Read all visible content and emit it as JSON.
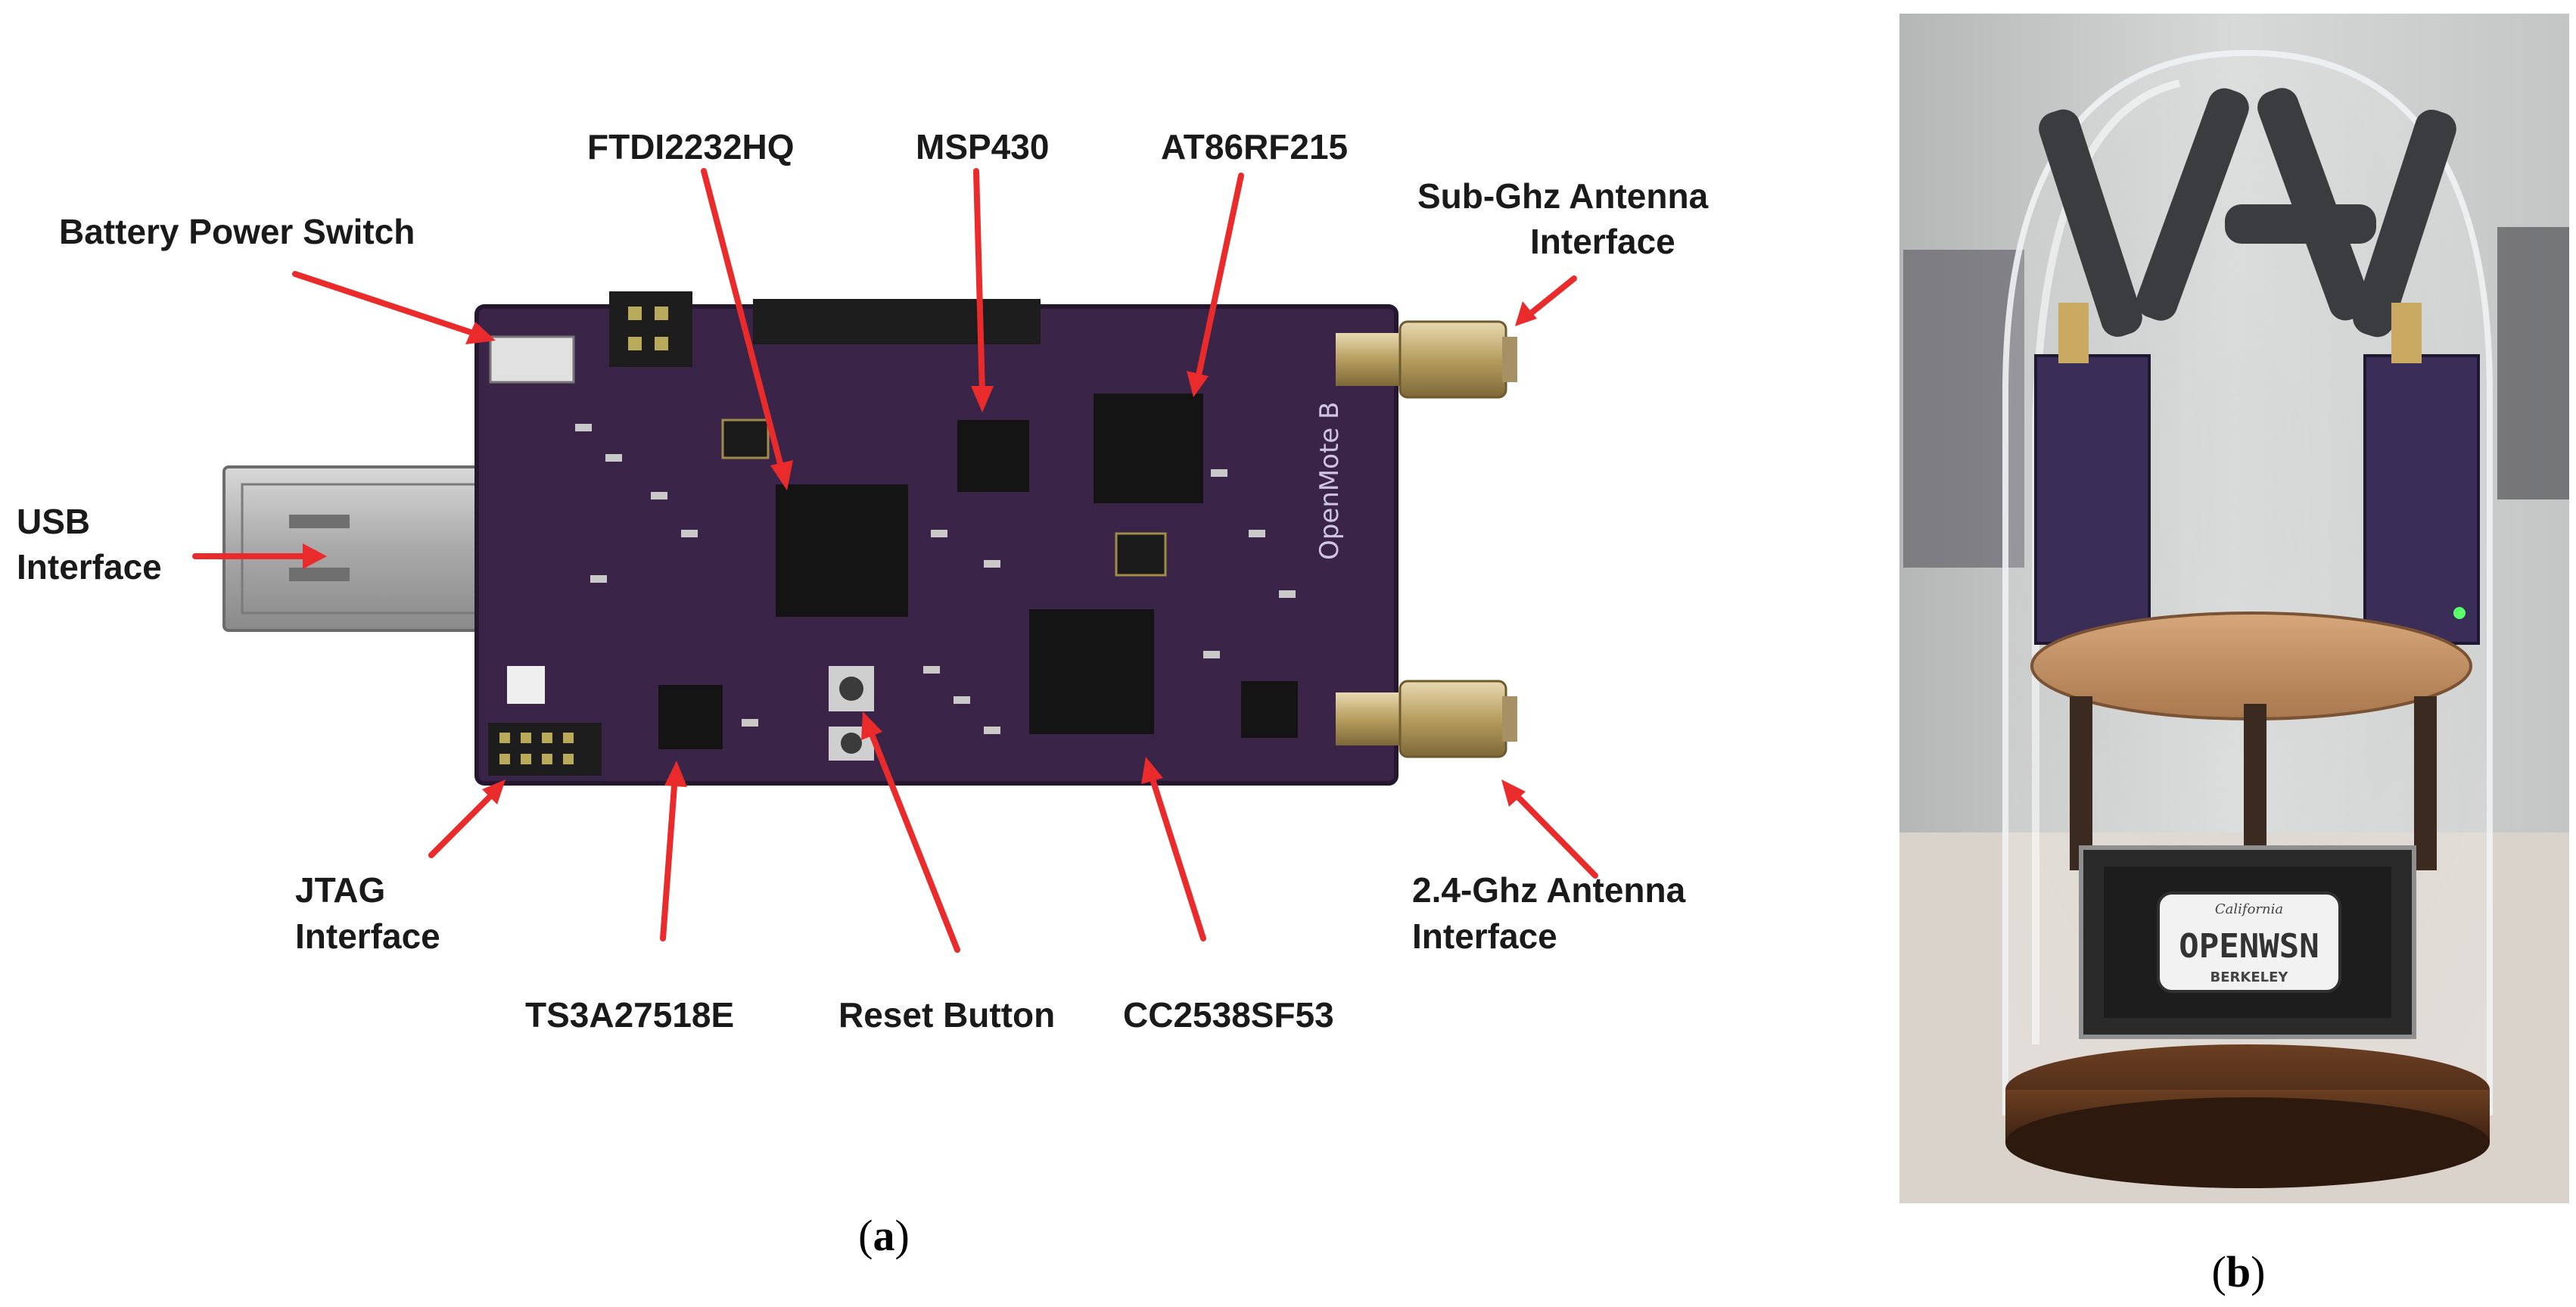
{
  "panel_a": {
    "caption_open": "(",
    "caption_letter": "a",
    "caption_close": ")",
    "board_silkscreen": "OpenMote B",
    "labels": {
      "battery_switch": "Battery Power Switch",
      "ftdi": "FTDI2232HQ",
      "msp430": "MSP430",
      "at86rf215": "AT86RF215",
      "subghz_line1": "Sub-Ghz Antenna",
      "subghz_line2": "Interface",
      "usb_line1": "USB",
      "usb_line2": "Interface",
      "jtag_line1": "JTAG",
      "jtag_line2": "Interface",
      "ts3a": "TS3A27518E",
      "reset": "Reset Button",
      "cc2538": "CC2538SF53",
      "ghz24_line1": "2.4-Ghz Antenna",
      "ghz24_line2": "Interface"
    }
  },
  "panel_b": {
    "caption_open": "(",
    "caption_letter": "b",
    "caption_close": ")",
    "screen_logo": "OPENWSN",
    "screen_top_script": "California",
    "screen_bottom": "BERKELEY"
  },
  "colors": {
    "arrow": "#ea2b2b",
    "pcb": "#3a2447",
    "wood": "#c9986b"
  }
}
